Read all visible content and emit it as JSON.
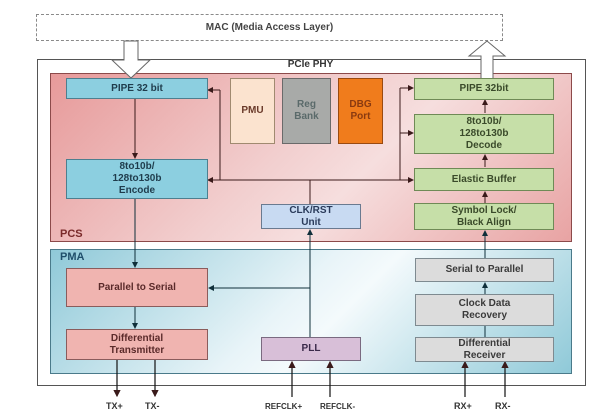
{
  "mac": {
    "label": "MAC (Media Access Layer)"
  },
  "phy": {
    "title": "PCIe PHY"
  },
  "pcs": {
    "label": "PCS",
    "tx_blocks": [
      {
        "label": "PIPE 32 bit"
      },
      {
        "label": "8to10b/\n128to130b\nEncode"
      }
    ],
    "rx_blocks": [
      {
        "label": "PIPE 32bit"
      },
      {
        "label": "8to10b/\n128to130b\nDecode"
      },
      {
        "label": "Elastic Buffer"
      },
      {
        "label": "Symbol Lock/\nBlack Align"
      }
    ],
    "center_blocks": [
      {
        "label": "PMU",
        "color": "#fbe3cf"
      },
      {
        "label": "Reg\nBank",
        "color": "#a8aaa8"
      },
      {
        "label": "DBG\nPort",
        "color": "#f07c1c"
      }
    ],
    "clk_rst": {
      "label": "CLK/RST\nUnit"
    }
  },
  "pma": {
    "label": "PMA",
    "tx_blocks": [
      {
        "label": "Parallel to Serial"
      },
      {
        "label": "Differential\nTransmitter"
      }
    ],
    "rx_blocks": [
      {
        "label": "Serial to Parallel"
      },
      {
        "label": "Clock Data\nRecovery"
      },
      {
        "label": "Differential\nReceiver"
      }
    ],
    "pll": {
      "label": "PLL"
    }
  },
  "pins": {
    "tx_plus": "TX+",
    "tx_minus": "TX-",
    "refclk_plus": "REFCLK+",
    "refclk_minus": "REFCLK-",
    "rx_plus": "RX+",
    "rx_minus": "RX-"
  },
  "colors": {
    "pcs_fill": "#e79a9a",
    "pma_fill": "#8fc9d8",
    "tx_block": "#8ccfe0",
    "rx_block": "#c6dfa8",
    "pma_tx_block": "#f0b4b0",
    "pma_rx_block": "#dcdcdc",
    "pll": "#d8bfd8",
    "clk_rst": "#c8daf2"
  }
}
